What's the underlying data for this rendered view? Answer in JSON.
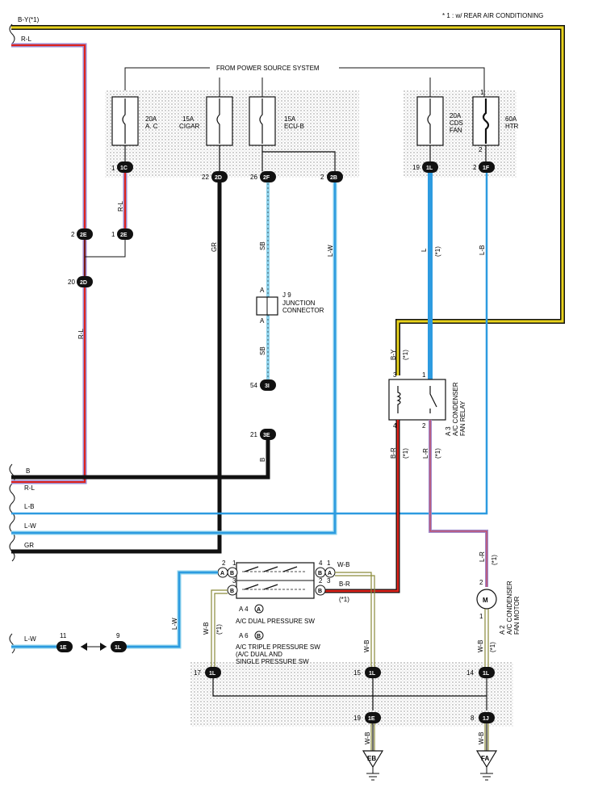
{
  "note": "* 1 : w/ REAR AIR CONDITIONING",
  "power_source_label": "FROM POWER SOURCE SYSTEM",
  "fuses": [
    {
      "line1": "20A",
      "line2": "A. C"
    },
    {
      "line1": "15A",
      "line2": "CIGAR"
    },
    {
      "line1": "15A",
      "line2": "ECU-B"
    },
    {
      "line1": "20A",
      "line2": "CDS",
      "line3": "FAN"
    },
    {
      "line1": "60A",
      "line2": "HTR"
    }
  ],
  "pin_numbers": {
    "fuse_htr_top": "1",
    "fuse_htr_bottom": "2",
    "c1c": "1",
    "c2d": "22",
    "c2f": "26",
    "c2b": "2",
    "c1l_top": "19",
    "c1f": "2",
    "c2e_left": "2",
    "c2e_right": "1",
    "c2d_lower": "20",
    "c3i": "54",
    "c3e": "21",
    "relay_3": "3",
    "relay_1": "1",
    "relay_4": "4",
    "relay_2": "2",
    "sw_2": "2",
    "sw_1a": "1",
    "sw_3a": "3",
    "sw_4": "4",
    "sw_1b": "1",
    "sw_2b": "2",
    "sw_3b": "3",
    "c1e_left": "11",
    "c1l_left": "9",
    "c1l_17": "17",
    "c1l_15": "15",
    "c1l_14": "14",
    "c1e_19": "19",
    "c1j_8": "8",
    "motor_2": "2",
    "motor_1": "1"
  },
  "connectors": {
    "c1c": "1C",
    "c2d": "2D",
    "c2f": "2F",
    "c2b": "2B",
    "c1l": "1L",
    "c1f": "1F",
    "c2e": "2E",
    "c2d2": "2D",
    "c3i": "3I",
    "c3e": "3E",
    "c1e": "1E",
    "c1j": "1J",
    "sw_a": "A",
    "sw_b": "B"
  },
  "wire_labels": {
    "by_top": "B-Y(*1)",
    "rl_top": "R-L",
    "rl_vert": "R-L",
    "rl_short": "R-L",
    "gr_vert": "GR",
    "sb_vert1": "SB",
    "sb_vert2": "SB",
    "lw_vert": "L-W",
    "l_vert": "L",
    "l_star": "(*1)",
    "lb_vert": "L-B",
    "b_vert": "B",
    "by_relay": "B-Y",
    "by_relay_star": "(*1)",
    "br_relay": "B-R",
    "br_relay_star": "(*1)",
    "lr_relay": "L-R",
    "lr_relay_star": "(*1)",
    "lr_motor": "L-R",
    "lr_motor_star": "(*1)",
    "left_b": "B",
    "left_rl": "R-L",
    "left_lb": "L-B",
    "left_lw": "L-W",
    "left_gr": "GR",
    "left_lw_bottom": "L-W",
    "lw_switch": "L-W",
    "wb_sw_right": "W-B",
    "br_sw": "B-R",
    "br_sw_star": "(*1)",
    "wb_left": "W-B",
    "wb_left_star": "(*1)",
    "wb_mid": "W-B",
    "wb_right": "W-B",
    "wb_right_star": "(*1)",
    "wb_bottom_mid": "W-B",
    "wb_bottom_right": "W-B"
  },
  "junction": {
    "code": "J 9",
    "line1": "JUNCTION",
    "line2": "CONNECTOR",
    "pin_top": "A",
    "pin_bottom": "A"
  },
  "relay": {
    "code": "A 3",
    "line1": "A/C CONDENSER",
    "line2": "FAN RELAY"
  },
  "motor": {
    "code": "A 2",
    "line1": "A/C CONDENSER",
    "line2": "FAN MOTOR",
    "symbol": "M"
  },
  "switch": {
    "a_code": "A 4",
    "a_badge": "A",
    "a_name": "A/C DUAL PRESSURE SW",
    "b_code": "A 6",
    "b_badge": "B",
    "b_line1": "A/C TRIPLE PRESSURE SW",
    "b_line2": "(A/C DUAL AND",
    "b_line3": "SINGLE PRESSURE SW"
  },
  "grounds": [
    {
      "label": "EB"
    },
    {
      "label": "FA"
    }
  ],
  "colors": {
    "black": "#111111",
    "red": "#e0231b",
    "lightblue": "#45a8e6",
    "blue": "#2d9be0",
    "skyblue": "#8fd3ec",
    "yellow": "#e8d21c",
    "purple": "#9e86c9",
    "olive": "#8a8a3a"
  }
}
